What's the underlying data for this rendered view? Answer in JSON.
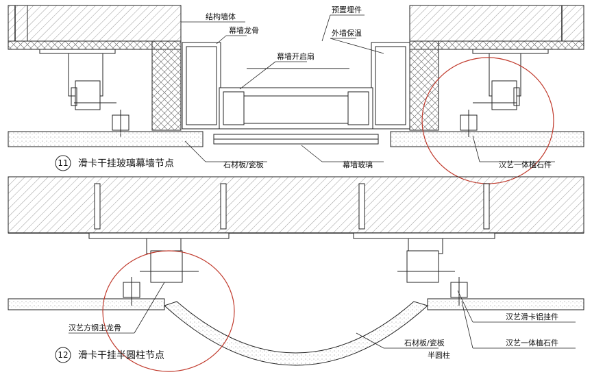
{
  "detail11": {
    "number": "11",
    "title": "滑卡干挂玻璃幕墙节点",
    "labels": {
      "structural_wall": "结构墙体",
      "embedded_part": "预置埋件",
      "curtain_keel": "幕墙龙骨",
      "insulation": "外墙保温",
      "curtain_vent": "幕墙开启扇",
      "stone_tile": "石材板/瓷板",
      "curtain_glass": "幕墙玻璃",
      "integrated_stone_part": "汉艺一体植石件"
    }
  },
  "detail12": {
    "number": "12",
    "title": "滑卡干挂半圆柱节点",
    "labels": {
      "square_steel_keel": "汉艺方钢主龙骨",
      "aluminum_hanger": "汉艺滑卡铝挂件",
      "integrated_stone_part": "汉艺一体植石件",
      "stone_tile": "石材板/瓷板",
      "half_column": "半圆柱"
    }
  },
  "colors": {
    "line": "#222222",
    "highlight": "#c0392b",
    "hatch": "#888888"
  }
}
